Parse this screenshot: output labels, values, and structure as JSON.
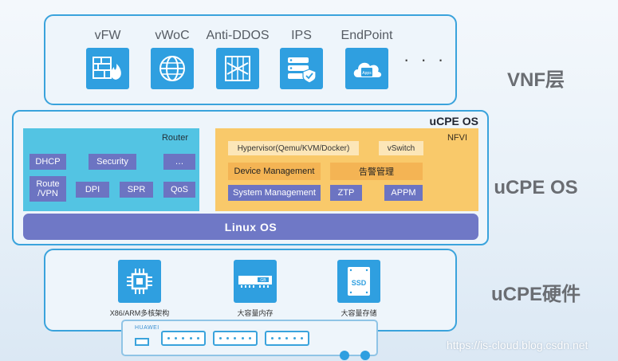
{
  "vnf": {
    "items": [
      {
        "label": "vFW",
        "icon": "firewall-icon"
      },
      {
        "label": "vWoC",
        "icon": "globe-icon"
      },
      {
        "label": "Anti-DDOS",
        "icon": "shield-grid-icon"
      },
      {
        "label": "IPS",
        "icon": "server-shield-icon"
      },
      {
        "label": "EndPoint",
        "icon": "cloud-apps-icon"
      }
    ],
    "more": "· · ·",
    "side_label": "VNF层"
  },
  "ucpe_os": {
    "title": "uCPE OS",
    "side_label": "uCPE OS",
    "router": {
      "title": "Router",
      "cells": {
        "dhcp": "DHCP",
        "security": "Security",
        "ellipsis": "…",
        "route_vpn_line1": "Route",
        "route_vpn_line2": "/VPN",
        "dpi": "DPI",
        "spr": "SPR",
        "qos": "QoS"
      }
    },
    "nfvi": {
      "title": "NFVI",
      "hypervisor": "Hypervisor(Qemu/KVM/Docker)",
      "vswitch": "vSwitch",
      "device_management": "Device Management",
      "alarm_management": "告警管理",
      "system_management": "System Management",
      "ztp": "ZTP",
      "appm": "APPM"
    },
    "linux": "Linux OS"
  },
  "hardware": {
    "side_label": "uCPE硬件",
    "items": [
      {
        "label": "X86/ARM多核架构",
        "icon": "cpu-chip-icon"
      },
      {
        "label": "大容量内存",
        "icon": "memory-module-icon",
        "chip_text": "GB"
      },
      {
        "label": "大容量存储",
        "icon": "ssd-icon",
        "chip_text": "SSD"
      }
    ]
  },
  "device": {
    "brand": "HUAWEI"
  },
  "watermark": "https://is-cloud.blog.csdn.net",
  "colors": {
    "accent_blue": "#2f9fe0",
    "router_cyan": "#53c4e3",
    "nfvi_yellow": "#f9c96a",
    "module_purple": "#6c74c2"
  }
}
